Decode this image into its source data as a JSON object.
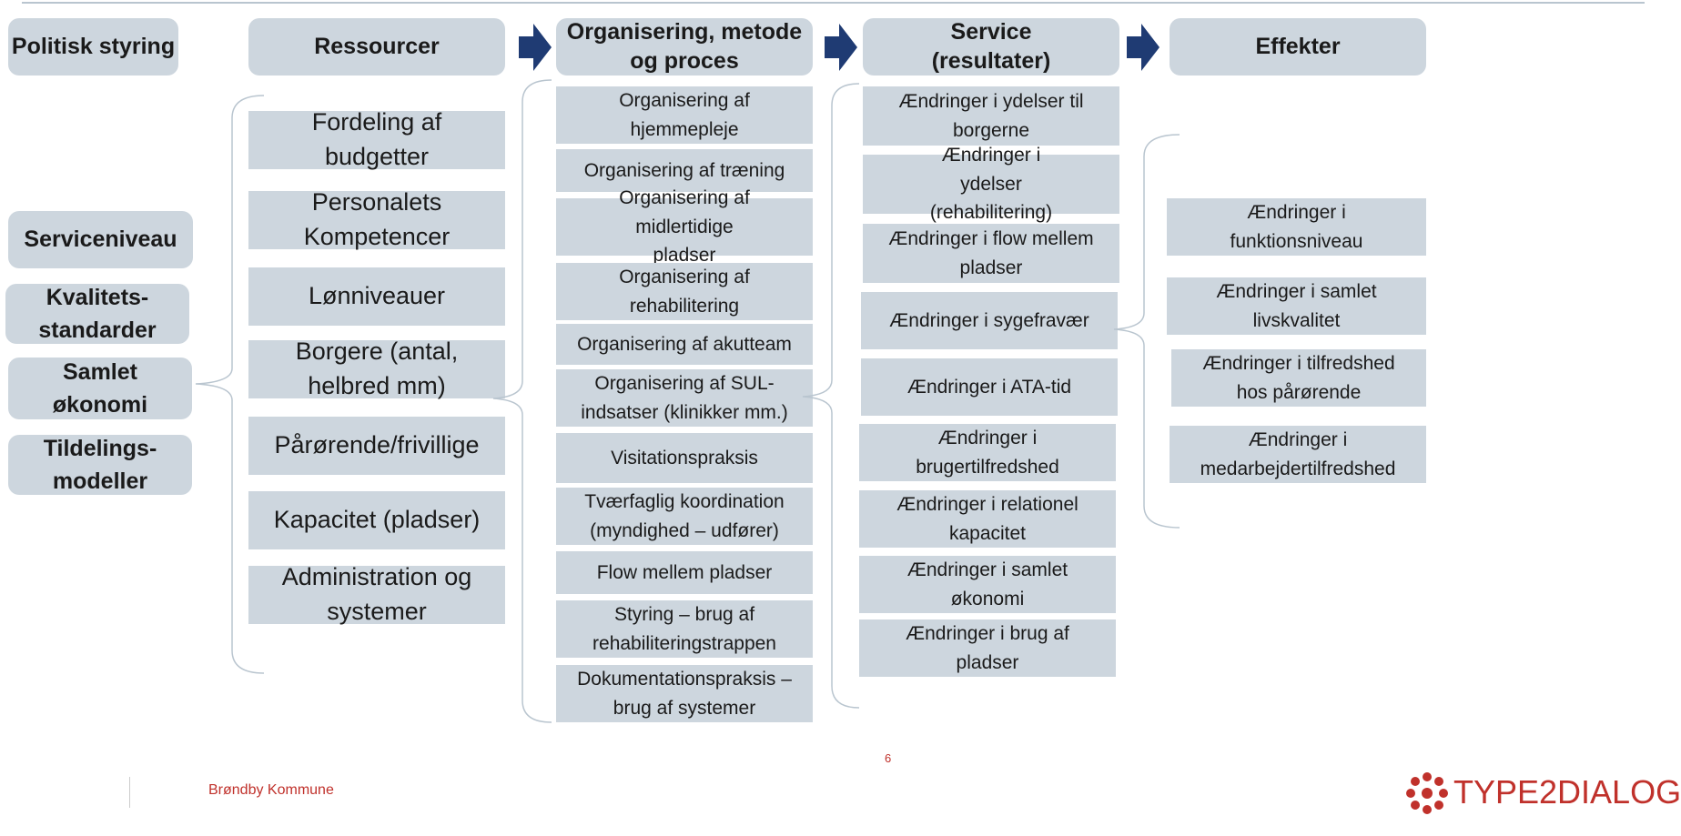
{
  "headers": {
    "politisk": "Politisk styring",
    "ressourcer": "Ressourcer",
    "organisering": "Organisering, metode og proces",
    "service": "Service (resultater)",
    "effekter": "Effekter"
  },
  "left_column": [
    "Serviceniveau",
    "Kvalitets-standarder",
    "Samlet økonomi",
    "Tildelings-modeller"
  ],
  "ressourcer": [
    "Fordeling af budgetter",
    "Personalets Kompetencer",
    "Lønniveauer",
    "Borgere (antal, helbred mm)",
    "Pårørende/frivillige",
    "Kapacitet (pladser)",
    "Administration og systemer"
  ],
  "organisering": [
    "Organisering af hjemmepleje",
    "Organisering af træning",
    "Organisering af midlertidige pladser",
    "Organisering af rehabilitering",
    "Organisering af akutteam",
    "Organisering af SUL-indsatser (klinikker mm.)",
    "Visitationspraksis",
    "Tværfaglig koordination (myndighed – udfører)",
    "Flow mellem pladser",
    "Styring – brug af rehabiliteringstrappen",
    "Dokumentationspraksis – brug af systemer"
  ],
  "service": [
    "Ændringer i ydelser til borgerne",
    "Ændringer i ydelser (rehabilitering)",
    "Ændringer i flow mellem pladser",
    "Ændringer i sygefravær",
    "Ændringer i ATA-tid",
    "Ændringer i brugertilfredshed",
    "Ændringer i relationel kapacitet",
    "Ændringer i samlet økonomi",
    "Ændringer i brug af pladser"
  ],
  "effekter": [
    "Ændringer i funktionsniveau",
    "Ændringer i samlet livskvalitet",
    "Ændringer i tilfredshed hos pårørende",
    "Ændringer i medarbejdertilfredshed"
  ],
  "footer": {
    "organization": "Brøndby Kommune",
    "page_number": "6",
    "logo_text": "TYPE2DIALOG"
  },
  "colors": {
    "box_fill": "#cdd6de",
    "arrow": "#1f3b73",
    "brace": "#b9c5cf",
    "footer_red": "#c0312b"
  }
}
